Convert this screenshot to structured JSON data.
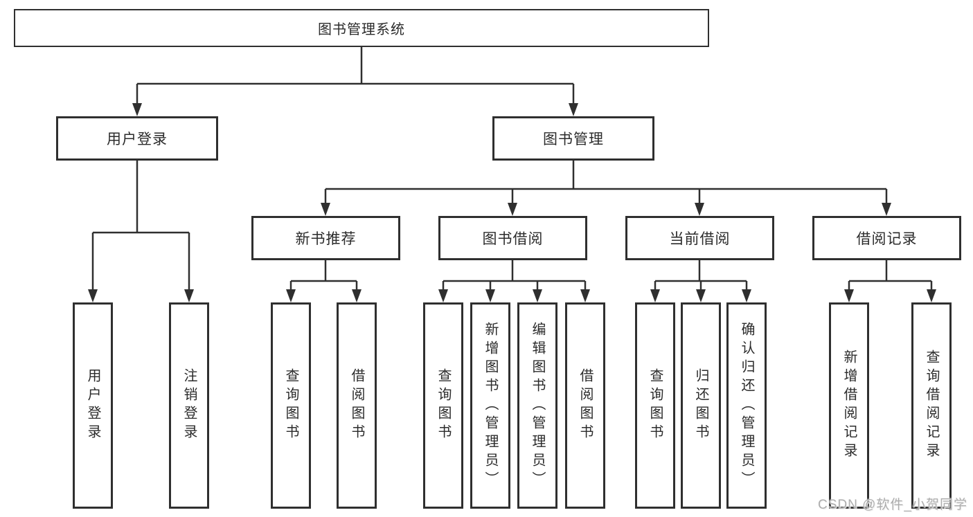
{
  "diagram": {
    "root_label": "图书管理系统",
    "level2": [
      {
        "label": "用户登录"
      },
      {
        "label": "图书管理"
      }
    ],
    "level3": [
      {
        "label": "新书推荐"
      },
      {
        "label": "图书借阅"
      },
      {
        "label": "当前借阅"
      },
      {
        "label": "借阅记录"
      }
    ],
    "leaves": {
      "user_login": [
        "用户登录",
        "注销登录"
      ],
      "new_books": [
        "查询图书",
        "借阅图书"
      ],
      "book_borrow": [
        "查询图书",
        "新增图书（管理员）",
        "编辑图书（管理员）",
        "借阅图书"
      ],
      "current_borrow": [
        "查询图书",
        "归还图书",
        "确认归还（管理员）"
      ],
      "borrow_records": [
        "新增借阅记录",
        "查询借阅记录"
      ]
    },
    "watermark": "CSDN @软件_小贺同学",
    "colors": {
      "line": "#2f2f2f",
      "text": "#2b2b2b",
      "background": "#ffffff",
      "watermark": "#adadad"
    }
  }
}
